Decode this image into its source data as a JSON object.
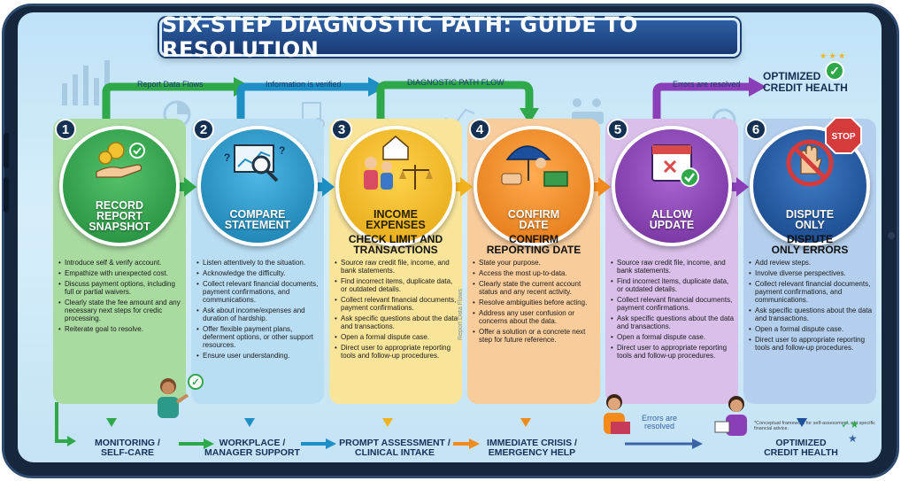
{
  "title": "SIX-STEP DIAGNOSTIC PATH: GUIDE TO RESOLUTION",
  "flows": {
    "f1": "Report Data Flows",
    "f2": "Information is verified",
    "f3": "DIAGNOSTIC PATH FLOW",
    "f4": "Errors are resolved",
    "vertical": "Report Data Flows",
    "bottom_errors_1": "Errors are",
    "bottom_errors_2": "resolved"
  },
  "optimized_top": {
    "line1": "OPTIMIZED",
    "line2": "CREDIT HEALTH"
  },
  "steps": [
    {
      "number": "1",
      "label_lines": [
        "RECORD",
        "REPORT",
        "SNAPSHOT"
      ],
      "title_lines": [],
      "color": "#2fa84a",
      "bullets": [
        "Introduce self & verify account.",
        "Empathize with unexpected cost.",
        "Discuss payment options, including full or partial waivers.",
        "Clearly state the fee amount and any necessary next steps for credic processing.",
        "Reiterate goal to resolve."
      ]
    },
    {
      "number": "2",
      "label_lines": [
        "COMPARE",
        "STATEMENT"
      ],
      "title_lines": [],
      "color": "#1d8fc4",
      "bullets": [
        "Listen attentively to the situation.",
        "Acknowledge the difficulty.",
        "Collect relevant financial documents, payment confirmations, and communications.",
        "Ask about income/expenses and duration of hardship.",
        "Offer flexible payment plans, deferment options, or other support resources.",
        "Ensure user understanding."
      ]
    },
    {
      "number": "3",
      "label_lines": [
        "INCOME",
        "EXPENSES"
      ],
      "title_lines": [
        "CHECK LIMIT AND",
        "TRANSACTIONS"
      ],
      "color": "#f2b21c",
      "bullets": [
        "Source raw credit file, income, and bank statements.",
        "Find incorrect items, duplicate data, or outdated details.",
        "Collect relevant financial documents, payment confirmations.",
        "Ask specific questions about the data and transactions.",
        "Open a formal dispute case.",
        "Direct user to appropriate reporting tools and follow-up procedures."
      ]
    },
    {
      "number": "4",
      "label_lines": [
        "CONFIRM",
        "DATE"
      ],
      "title_lines": [
        "CONFIRM",
        "REPORTING DATE"
      ],
      "color": "#f28a1c",
      "bullets": [
        "State your purpose.",
        "Access the most up-to-data.",
        "Clearly state the current account status and any recent activity.",
        "Resolve ambiguities before acting.",
        "Address any user confusion or concerns about the data.",
        "Offer a solution or a concrete next step for future reference."
      ]
    },
    {
      "number": "5",
      "label_lines": [
        "ALLOW",
        "UPDATE"
      ],
      "title_lines": [],
      "color": "#8a3fb8",
      "bullets": [
        "Source raw credit file, income, and bank statements.",
        "Find incorrect items, duplicate data, or outdated details.",
        "Collect relevant financial documents, payment confirmations.",
        "Ask specific questions about the data and transactions.",
        "Open a formal dispute case.",
        "Direct user to appropriate reporting tools and follow-up procedures."
      ]
    },
    {
      "number": "6",
      "label_lines": [
        "DISPUTE",
        "ONLY"
      ],
      "title_lines": [
        "DISPUTE",
        "ONLY ERRORS"
      ],
      "color": "#1c4f9c",
      "bullets": [
        "Add review steps.",
        "Involve diverse perspectives.",
        "Collect relevant financial documents, payment confirmations, and communications.",
        "Ask specific questions about the data and transactions.",
        "Open a formal dispute case.",
        "Direct user to appropriate reporting tools and follow-up procedures."
      ]
    }
  ],
  "stop_sign": "STOP",
  "footnote": "*Conceptual framework for self-assessment, not specific financial advice.",
  "bottom": [
    {
      "line1": "MONITORING /",
      "line2": "SELF-CARE"
    },
    {
      "line1": "WORKPLACE /",
      "line2": "MANAGER SUPPORT"
    },
    {
      "line1": "PROMPT ASSESSMENT /",
      "line2": "CLINICAL INTAKE"
    },
    {
      "line1": "IMMEDIATE CRISIS /",
      "line2": "EMERGENCY HELP"
    },
    {
      "line1": "OPTIMIZED",
      "line2": "CREDIT HEALTH"
    }
  ],
  "icons": [
    "money-hand-icon",
    "magnifier-chart-icon",
    "family-scale-icon",
    "umbrella-cash-icon",
    "calendar-check-icon",
    "stop-hand-icon"
  ],
  "colors": {
    "green": "#2fa84a",
    "blue": "#1d8fc4",
    "yellow": "#f2b21c",
    "orange": "#f28a1c",
    "purple": "#8a3fb8",
    "navy": "#1c4f9c"
  }
}
